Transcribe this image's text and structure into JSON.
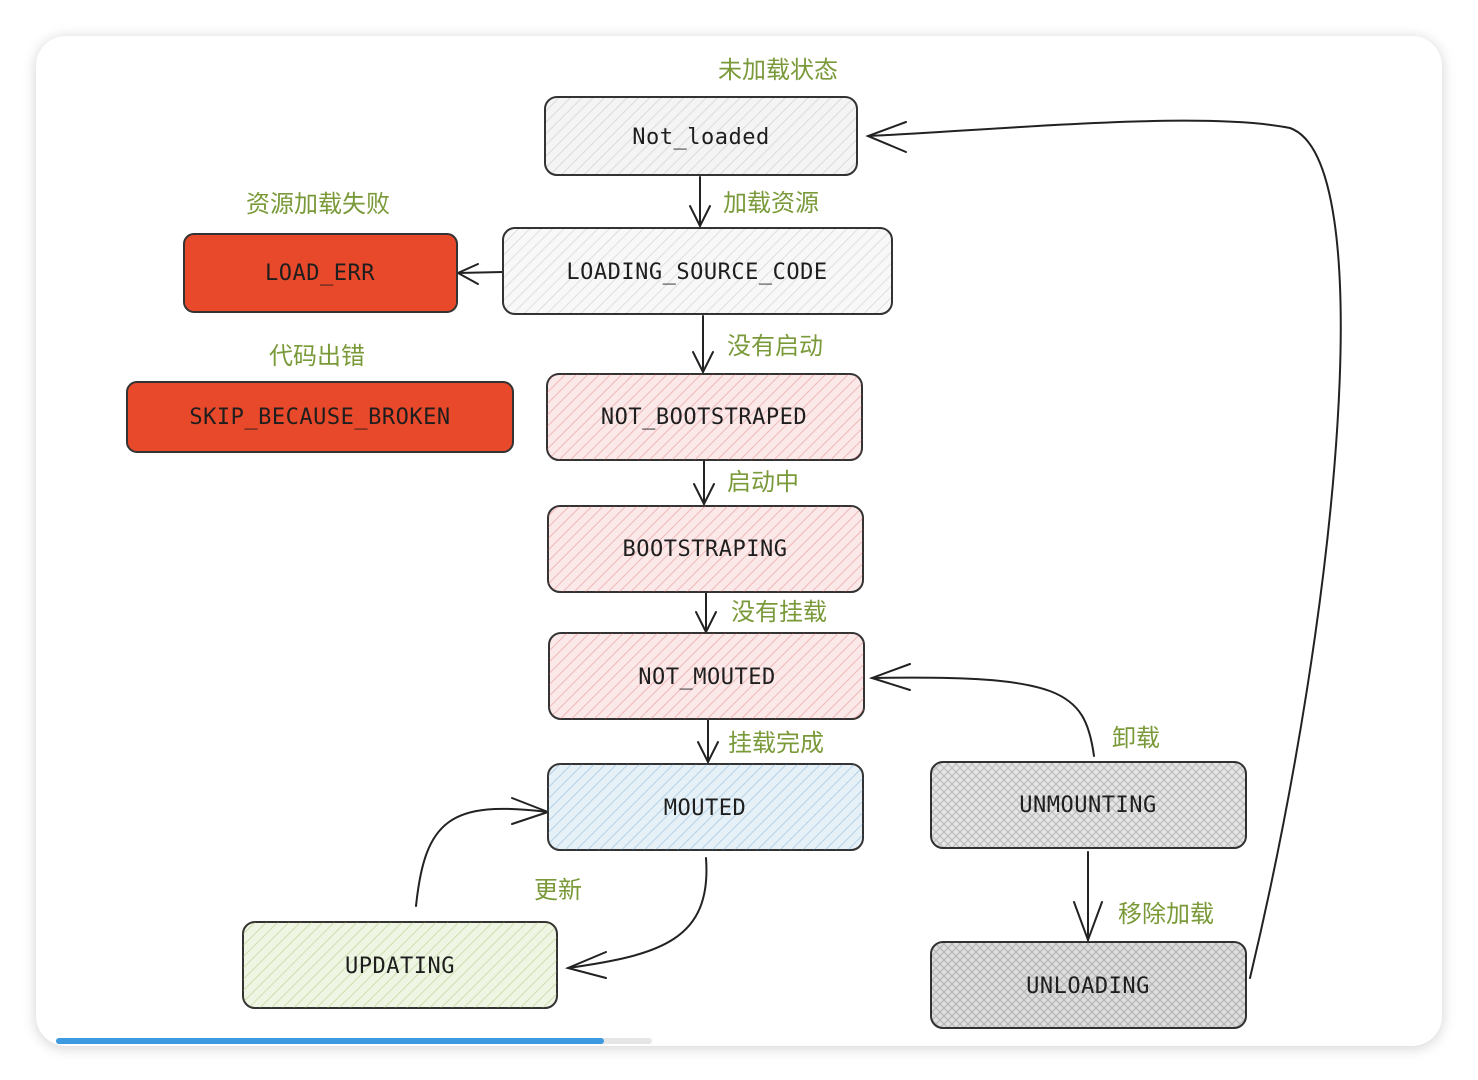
{
  "nodes": {
    "not_loaded": {
      "label": "Not_loaded",
      "fill": "#f3f3f3",
      "stroke": "#333333"
    },
    "loading_source_code": {
      "label": "LOADING_SOURCE_CODE",
      "fill": "#f8f8f8",
      "stroke": "#333333"
    },
    "load_err": {
      "label": "LOAD_ERR",
      "fill": "#e8492a",
      "stroke": "#333333"
    },
    "skip_because_broken": {
      "label": "SKIP_BECAUSE_BROKEN",
      "fill": "#e8492a",
      "stroke": "#333333"
    },
    "not_bootstraped": {
      "label": "NOT_BOOTSTRAPED",
      "fill": "#f9dede",
      "stroke": "#333333"
    },
    "bootstraping": {
      "label": "BOOTSTRAPING",
      "fill": "#f9dede",
      "stroke": "#333333"
    },
    "not_mouted": {
      "label": "NOT_MOUTED",
      "fill": "#f9dede",
      "stroke": "#333333"
    },
    "mouted": {
      "label": "MOUTED",
      "fill": "#dcebf4",
      "stroke": "#333333"
    },
    "updating": {
      "label": "UPDATING",
      "fill": "#eaf2dc",
      "stroke": "#333333"
    },
    "unmounting": {
      "label": "UNMOUNTING",
      "fill": "#dcdcdc",
      "stroke": "#333333"
    },
    "unloading": {
      "label": "UNLOADING",
      "fill": "#d6d6d6",
      "stroke": "#333333"
    }
  },
  "edge_labels": {
    "not_loaded_state": "未加载状态",
    "load_resource": "加载资源",
    "resource_load_failed": "资源加载失败",
    "code_error": "代码出错",
    "not_started": "没有启动",
    "starting": "启动中",
    "not_mounted": "没有挂载",
    "mount_complete": "挂载完成",
    "update": "更新",
    "unmount": "卸载",
    "remove_load": "移除加载"
  },
  "colors": {
    "label_green": "#7a9a3a",
    "error_red": "#e8492a",
    "progress_blue": "#3d9ae0"
  },
  "progress": {
    "value": 0.92
  }
}
